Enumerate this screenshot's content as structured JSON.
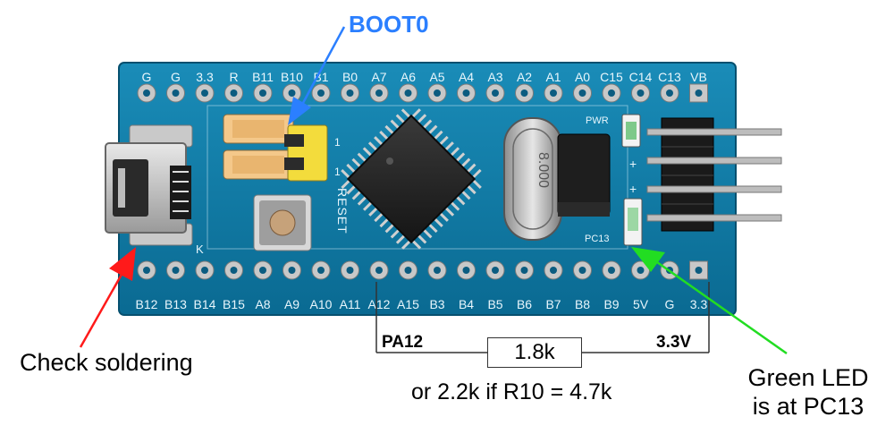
{
  "labels": {
    "boot0": "BOOT0",
    "check_soldering": "Check soldering",
    "pa12": "PA12",
    "v33": "3.3V",
    "resistor": "1.8k",
    "resistor_note": "or 2.2k if R10 = 4.7k",
    "green_led_line1": "Green LED",
    "green_led_line2": "is at PC13"
  },
  "board": {
    "top_pins": [
      "G",
      "G",
      "3.3",
      "R",
      "B11",
      "B10",
      "B1",
      "B0",
      "A7",
      "A6",
      "A5",
      "A4",
      "A3",
      "A2",
      "A1",
      "A0",
      "C15",
      "C14",
      "C13",
      "VB"
    ],
    "bottom_pins": [
      "B12",
      "B13",
      "B14",
      "B15",
      "A8",
      "A9",
      "A10",
      "A11",
      "A12",
      "A15",
      "B3",
      "B4",
      "B5",
      "B6",
      "B7",
      "B8",
      "B9",
      "5V",
      "G",
      "3.3"
    ],
    "reset_label": "RESET",
    "pwr_label": "PWR",
    "pc13_label": "PC13",
    "crystal_label": "8.000",
    "jumper_mark": "1",
    "led_plus": "+",
    "usb_k_mark": "K"
  },
  "colors": {
    "pcb": "#0f7aa3",
    "boot_arrow": "#2b7fff",
    "check_arrow": "#ff1a1a",
    "led_arrow": "#22dd22"
  }
}
